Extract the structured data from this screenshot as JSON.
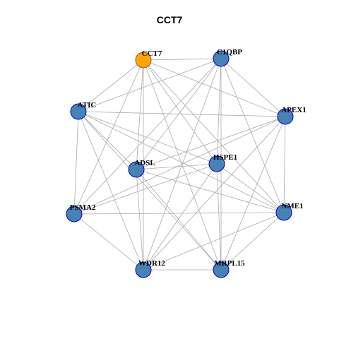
{
  "title": "CCT7",
  "colors": {
    "hub_fill": "#FFA500",
    "node_fill": "#4682B4",
    "node_stroke": "#0000CD",
    "hub_stroke": "#A0522D",
    "edge": "#AAAAAA"
  },
  "nodes": [
    {
      "id": "CCT7",
      "label": "CCT7",
      "hub": true
    },
    {
      "id": "C1QBP",
      "label": "C1QBP",
      "hub": false
    },
    {
      "id": "ATIC",
      "label": "ATIC",
      "hub": false
    },
    {
      "id": "APEX1",
      "label": "APEX1",
      "hub": false
    },
    {
      "id": "HSPE1",
      "label": "HSPE1",
      "hub": false
    },
    {
      "id": "ADSL",
      "label": "ADSL",
      "hub": false
    },
    {
      "id": "PSMA2",
      "label": "PSMA2",
      "hub": false
    },
    {
      "id": "NME1",
      "label": "NME1",
      "hub": false
    },
    {
      "id": "WDR12",
      "label": "WDR12",
      "hub": false
    },
    {
      "id": "MRPL15",
      "label": "MRPL15",
      "hub": false
    }
  ],
  "edges": [
    [
      "CCT7",
      "C1QBP"
    ],
    [
      "CCT7",
      "ATIC"
    ],
    [
      "CCT7",
      "APEX1"
    ],
    [
      "CCT7",
      "HSPE1"
    ],
    [
      "CCT7",
      "ADSL"
    ],
    [
      "CCT7",
      "PSMA2"
    ],
    [
      "CCT7",
      "NME1"
    ],
    [
      "CCT7",
      "WDR12"
    ],
    [
      "CCT7",
      "MRPL15"
    ],
    [
      "C1QBP",
      "ATIC"
    ],
    [
      "C1QBP",
      "APEX1"
    ],
    [
      "C1QBP",
      "HSPE1"
    ],
    [
      "C1QBP",
      "ADSL"
    ],
    [
      "C1QBP",
      "PSMA2"
    ],
    [
      "C1QBP",
      "NME1"
    ],
    [
      "C1QBP",
      "WDR12"
    ],
    [
      "C1QBP",
      "MRPL15"
    ],
    [
      "ATIC",
      "APEX1"
    ],
    [
      "ATIC",
      "HSPE1"
    ],
    [
      "ATIC",
      "ADSL"
    ],
    [
      "ATIC",
      "PSMA2"
    ],
    [
      "ATIC",
      "NME1"
    ],
    [
      "ATIC",
      "WDR12"
    ],
    [
      "ATIC",
      "MRPL15"
    ],
    [
      "APEX1",
      "ADSL"
    ],
    [
      "APEX1",
      "PSMA2"
    ],
    [
      "APEX1",
      "NME1"
    ],
    [
      "APEX1",
      "WDR12"
    ],
    [
      "APEX1",
      "MRPL15"
    ],
    [
      "HSPE1",
      "ADSL"
    ],
    [
      "HSPE1",
      "PSMA2"
    ],
    [
      "HSPE1",
      "NME1"
    ],
    [
      "HSPE1",
      "WDR12"
    ],
    [
      "HSPE1",
      "MRPL15"
    ],
    [
      "ADSL",
      "NME1"
    ],
    [
      "ADSL",
      "WDR12"
    ],
    [
      "ADSL",
      "MRPL15"
    ],
    [
      "PSMA2",
      "NME1"
    ],
    [
      "PSMA2",
      "WDR12"
    ],
    [
      "NME1",
      "WDR12"
    ],
    [
      "NME1",
      "MRPL15"
    ],
    [
      "WDR12",
      "MRPL15"
    ]
  ]
}
